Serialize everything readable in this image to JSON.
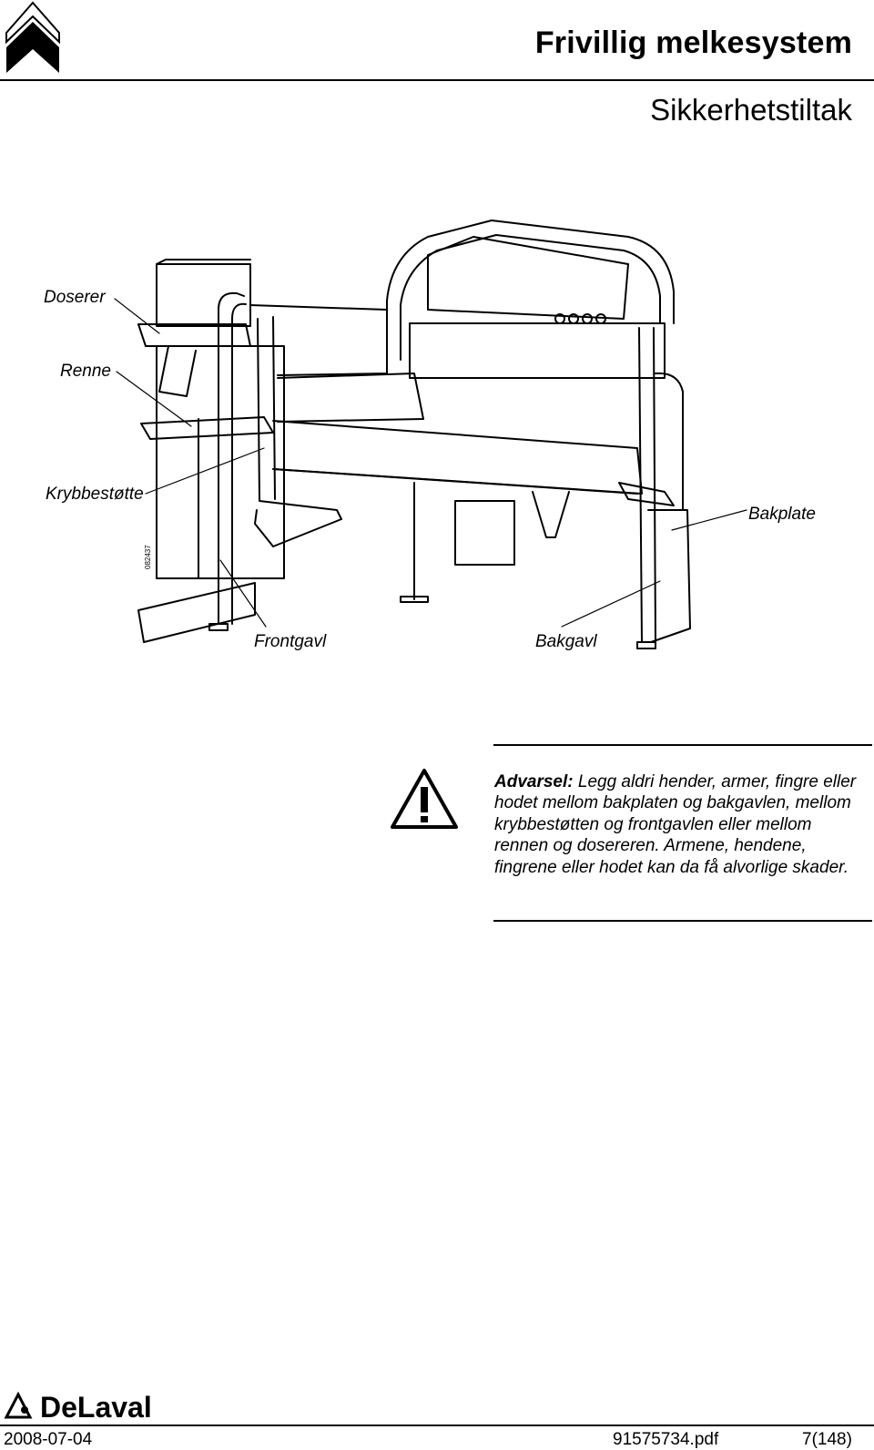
{
  "header": {
    "doc_title": "Frivillig melkesystem",
    "section_title": "Sikkerhetstiltak"
  },
  "figure": {
    "labels": {
      "doserer": "Doserer",
      "renne": "Renne",
      "krybbestotte": "Krybbestøtte",
      "bakplate": "Bakplate",
      "frontgavl": "Frontgavl",
      "bakgavl": "Bakgavl"
    },
    "drawing_code": "082437"
  },
  "warning": {
    "label": "Advarsel:",
    "text": "Legg aldri hender, armer, fingre eller hodet mellom bakplaten og bakgavlen, mellom krybbestøtten og frontgavlen eller mellom rennen og dosereren. Armene, hendene, fingrene eller hodet kan da få alvorlige skader."
  },
  "footer": {
    "brand": "DeLaval",
    "date": "2008-07-04",
    "file": "91575734.pdf",
    "page": "7(148)"
  }
}
